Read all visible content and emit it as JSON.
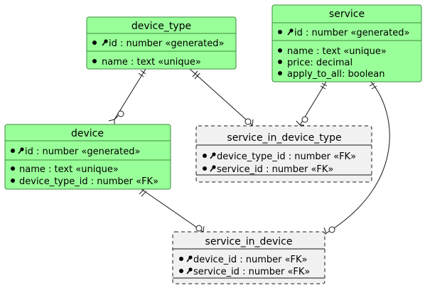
{
  "colors": {
    "entity_fill": "#99ff99",
    "entity_border": "#3d8b3d",
    "assoc_fill": "#f1f1f1",
    "assoc_border": "#181818",
    "line": "#181818"
  },
  "icons": {
    "bullet": "bullet-icon",
    "key": "key-icon"
  },
  "entities": [
    {
      "id": "device_type",
      "title": "device_type",
      "pk": [
        {
          "key": true,
          "text": "id : number «generated»"
        }
      ],
      "attrs": [
        {
          "key": false,
          "text": "name : text «unique»"
        }
      ]
    },
    {
      "id": "service",
      "title": "service",
      "pk": [
        {
          "key": true,
          "text": "id : number «generated»"
        }
      ],
      "attrs": [
        {
          "key": false,
          "text": "name : text «unique»"
        },
        {
          "key": false,
          "text": "price: decimal"
        },
        {
          "key": false,
          "text": "apply_to_all: boolean"
        }
      ]
    },
    {
      "id": "device",
      "title": "device",
      "pk": [
        {
          "key": true,
          "text": "id : number «generated»"
        }
      ],
      "attrs": [
        {
          "key": false,
          "text": "name : text «unique»"
        },
        {
          "key": false,
          "text": "device_type_id : number «FK»"
        }
      ]
    },
    {
      "id": "service_in_device_type",
      "title": "service_in_device_type",
      "pk": [
        {
          "key": true,
          "text": "device_type_id  : number «FK»"
        },
        {
          "key": true,
          "text": "service_id : number «FK»"
        }
      ],
      "attrs": []
    },
    {
      "id": "service_in_device",
      "title": "service_in_device",
      "pk": [
        {
          "key": true,
          "text": "device_id  : number «FK»"
        },
        {
          "key": true,
          "text": "service_id : number «FK»"
        }
      ],
      "attrs": []
    }
  ],
  "relations": [
    {
      "from": "device_type",
      "to": "device",
      "from_card": "exactly-one",
      "to_card": "zero-or-many"
    },
    {
      "from": "device_type",
      "to": "service_in_device_type",
      "from_card": "exactly-one",
      "to_card": "zero-or-many"
    },
    {
      "from": "service",
      "to": "service_in_device_type",
      "from_card": "exactly-one",
      "to_card": "zero-or-many"
    },
    {
      "from": "device",
      "to": "service_in_device",
      "from_card": "exactly-one",
      "to_card": "zero-or-many"
    },
    {
      "from": "service",
      "to": "service_in_device",
      "from_card": "exactly-one",
      "to_card": "zero-or-many"
    }
  ]
}
